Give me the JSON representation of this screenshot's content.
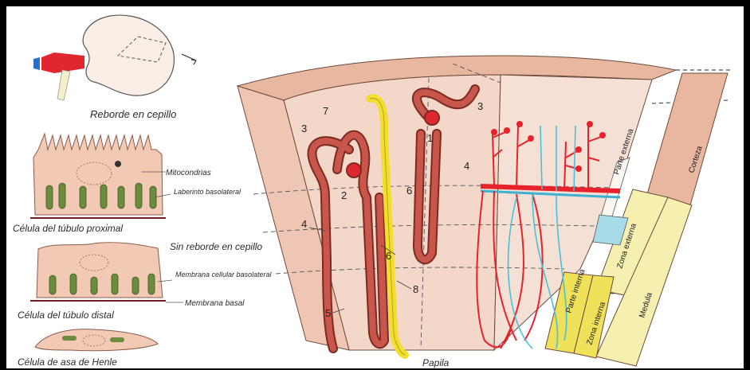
{
  "cells": {
    "proximal_top_label": "Reborde en cepillo",
    "mitochondria_label": "Mitocondrias",
    "basolateral_labyrinth_label": "Laberinto basolateral",
    "proximal_caption": "Célula del túbulo proximal",
    "no_brush_label": "Sin reborde en cepillo",
    "basolateral_membrane_label": "Membrana cellular basolateral",
    "basal_membrane_label": "Membrana basal",
    "distal_caption": "Célula del túbulo distal",
    "henle_caption": "Célula de asa de Henle"
  },
  "diagram": {
    "numbers": [
      "1",
      "2",
      "3",
      "3",
      "4",
      "4",
      "5",
      "6",
      "6",
      "7",
      "8"
    ],
    "papilla_label": "Papila",
    "zones": {
      "cortex": "Corteza",
      "outer_part": "Parte externa",
      "outer_zone": "Zona externa",
      "medulla": "Medula",
      "inner_part": "Parte interna",
      "inner_zone": "Zona interna"
    }
  },
  "colors": {
    "tissue": "#f0d2c3",
    "tubule": "#b8453a",
    "collecting_duct": "#f2de2c",
    "artery": "#e8222b",
    "vein": "#4cc0d8",
    "cortex_band": "#e8b49c",
    "inner_zone": "#efe25a",
    "outer_zone": "#f6f0b0"
  }
}
